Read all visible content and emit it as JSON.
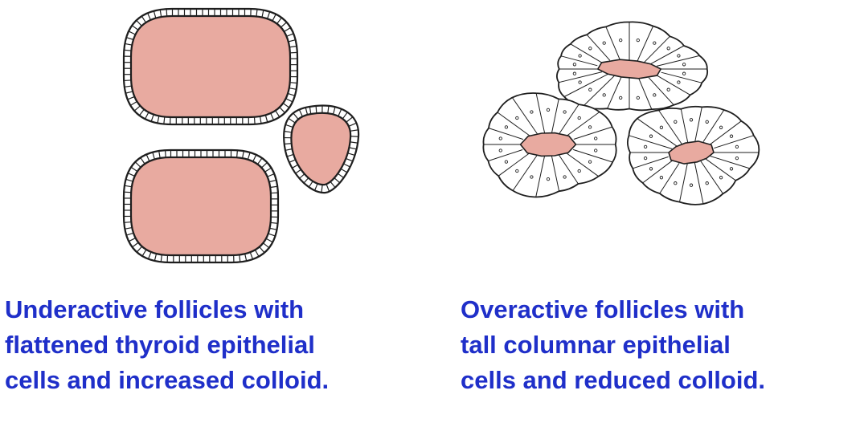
{
  "colors": {
    "colloid": "#e8aaa0",
    "outline": "#1e1e1e",
    "caption": "#1f2fc9",
    "cell_fill": "#ffffff"
  },
  "left": {
    "caption_lines": [
      "Underactive follicles with",
      "flattened thyroid epithelial",
      "cells and increased colloid."
    ]
  },
  "right": {
    "caption_lines": [
      "Overactive follicles with",
      "tall columnar epithelial",
      "cells and reduced colloid."
    ]
  }
}
